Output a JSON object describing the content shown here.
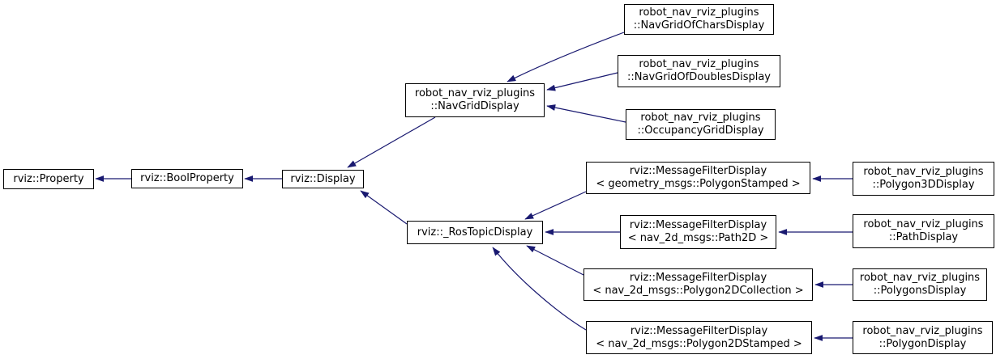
{
  "diagram": {
    "type": "class-inheritance-graph",
    "style": {
      "edge_color": "#191970",
      "node_border_color": "#000000",
      "node_fill_color": "#ffffff",
      "text_color": "#000000",
      "background_color": "#ffffff"
    },
    "nodes": {
      "property": {
        "line1": "rviz::Property"
      },
      "bool_property": {
        "line1": "rviz::BoolProperty"
      },
      "display": {
        "line1": "rviz::Display"
      },
      "nav_grid_display": {
        "line1": "robot_nav_rviz_plugins",
        "line2": "::NavGridDisplay"
      },
      "ros_topic_display": {
        "line1": "rviz::_RosTopicDisplay"
      },
      "nav_grid_of_chars": {
        "line1": "robot_nav_rviz_plugins",
        "line2": "::NavGridOfCharsDisplay"
      },
      "nav_grid_of_doubles": {
        "line1": "robot_nav_rviz_plugins",
        "line2": "::NavGridOfDoublesDisplay"
      },
      "occupancy_grid": {
        "line1": "robot_nav_rviz_plugins",
        "line2": "::OccupancyGridDisplay"
      },
      "mfd_polygon_stamped": {
        "line1": "rviz::MessageFilterDisplay",
        "line2": "< geometry_msgs::PolygonStamped >"
      },
      "mfd_path2d": {
        "line1": "rviz::MessageFilterDisplay",
        "line2": "< nav_2d_msgs::Path2D >"
      },
      "mfd_polygon2d_collection": {
        "line1": "rviz::MessageFilterDisplay",
        "line2": "< nav_2d_msgs::Polygon2DCollection >"
      },
      "mfd_polygon2d_stamped": {
        "line1": "rviz::MessageFilterDisplay",
        "line2": "< nav_2d_msgs::Polygon2DStamped >"
      },
      "polygon3d_display": {
        "line1": "robot_nav_rviz_plugins",
        "line2": "::Polygon3DDisplay"
      },
      "path_display": {
        "line1": "robot_nav_rviz_plugins",
        "line2": "::PathDisplay"
      },
      "polygons_display": {
        "line1": "robot_nav_rviz_plugins",
        "line2": "::PolygonsDisplay"
      },
      "polygon_display": {
        "line1": "robot_nav_rviz_plugins",
        "line2": "::PolygonDisplay"
      }
    },
    "edges": [
      {
        "from": "bool_property",
        "to": "property",
        "relation": "inherits"
      },
      {
        "from": "display",
        "to": "bool_property",
        "relation": "inherits"
      },
      {
        "from": "nav_grid_display",
        "to": "display",
        "relation": "inherits"
      },
      {
        "from": "ros_topic_display",
        "to": "display",
        "relation": "inherits"
      },
      {
        "from": "nav_grid_of_chars",
        "to": "nav_grid_display",
        "relation": "inherits"
      },
      {
        "from": "nav_grid_of_doubles",
        "to": "nav_grid_display",
        "relation": "inherits"
      },
      {
        "from": "occupancy_grid",
        "to": "nav_grid_display",
        "relation": "inherits"
      },
      {
        "from": "mfd_polygon_stamped",
        "to": "ros_topic_display",
        "relation": "inherits"
      },
      {
        "from": "mfd_path2d",
        "to": "ros_topic_display",
        "relation": "inherits"
      },
      {
        "from": "mfd_polygon2d_collection",
        "to": "ros_topic_display",
        "relation": "inherits"
      },
      {
        "from": "mfd_polygon2d_stamped",
        "to": "ros_topic_display",
        "relation": "inherits"
      },
      {
        "from": "polygon3d_display",
        "to": "mfd_polygon_stamped",
        "relation": "inherits"
      },
      {
        "from": "path_display",
        "to": "mfd_path2d",
        "relation": "inherits"
      },
      {
        "from": "polygons_display",
        "to": "mfd_polygon2d_collection",
        "relation": "inherits"
      },
      {
        "from": "polygon_display",
        "to": "mfd_polygon2d_stamped",
        "relation": "inherits"
      }
    ]
  }
}
